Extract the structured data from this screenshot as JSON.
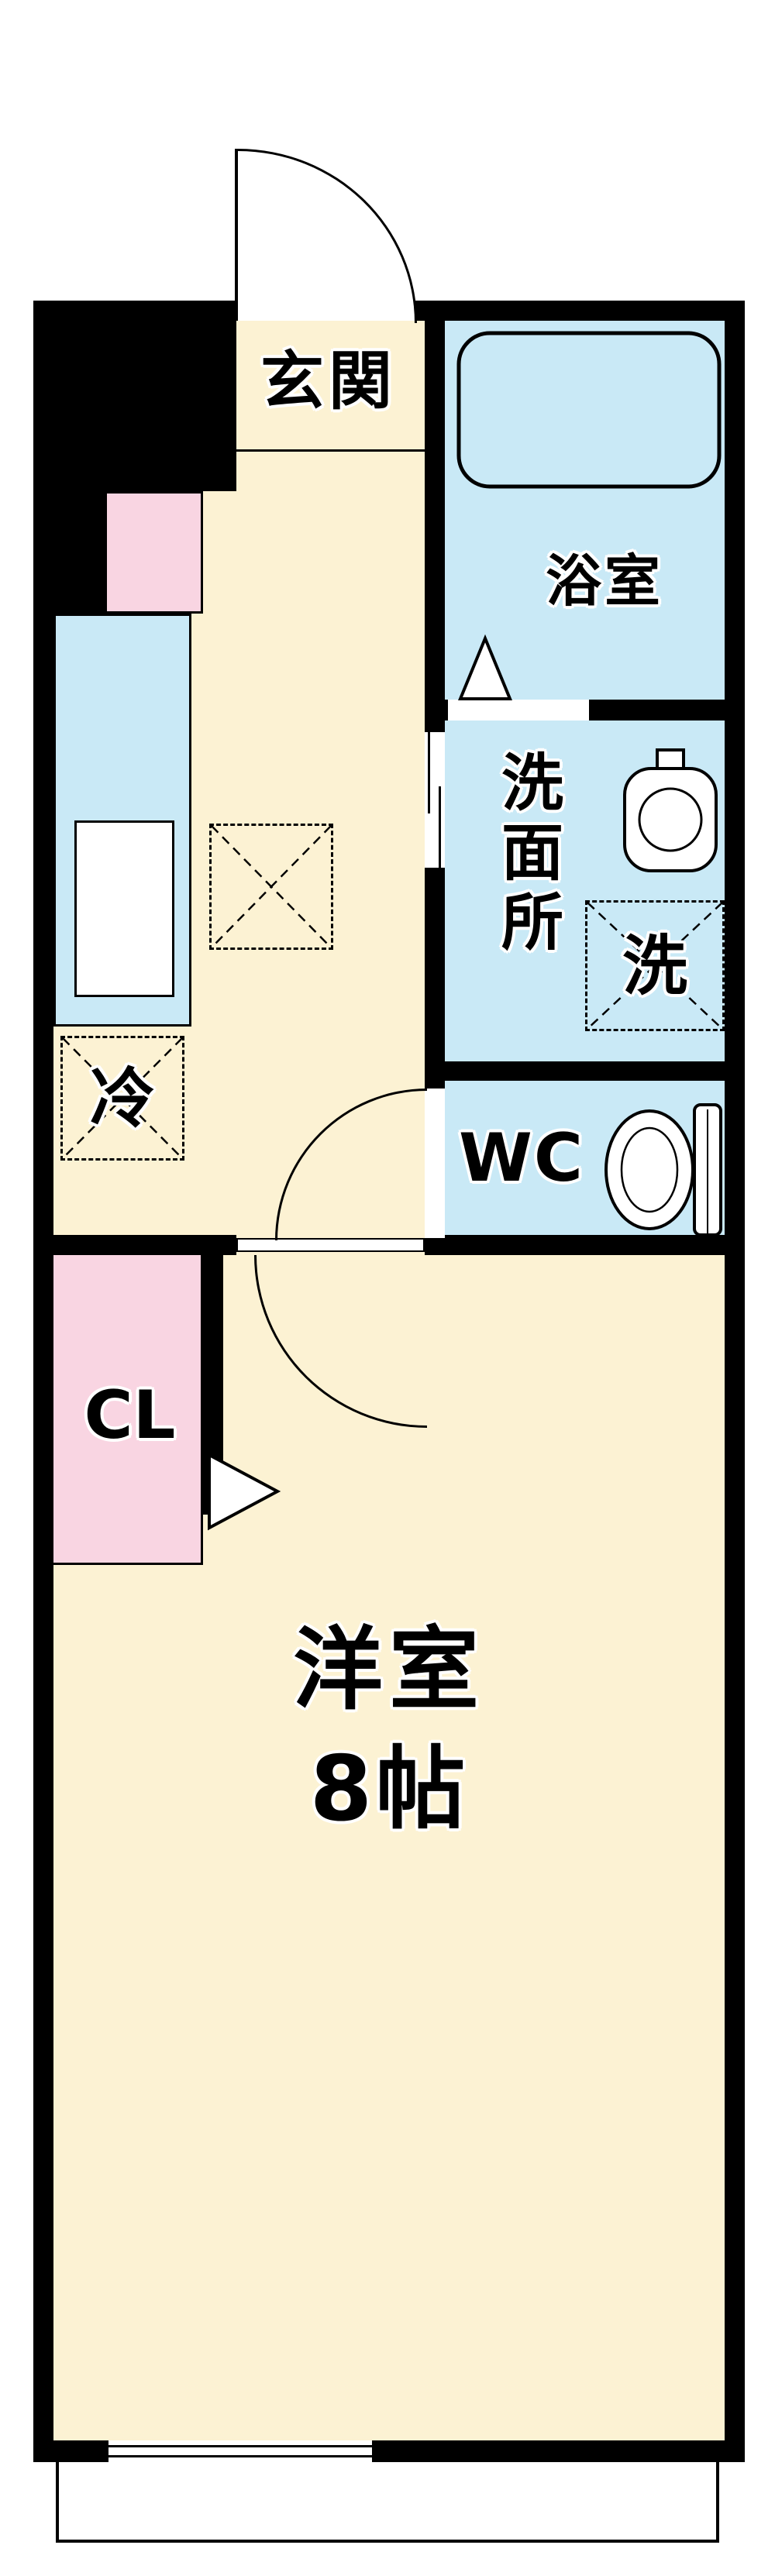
{
  "plan": {
    "type": "Japanese apartment floor plan (1K)",
    "colors": {
      "wall": "#000000",
      "floor": "#fcf2d3",
      "wet_area": "#c9e9f6",
      "closet": "#f9d5e2",
      "background": "#ffffff"
    },
    "labels": {
      "entrance": "玄関",
      "bathroom": "浴室",
      "washroom": "洗面所",
      "wc": "WC",
      "closet": "CL",
      "room_name": "洋室",
      "room_size": "8帖",
      "refrigerator": "冷",
      "washer": "洗"
    },
    "icons": {
      "bathtub": "rounded-rectangle bathtub outline",
      "sink": "wash basin with faucet",
      "toilet": "toilet bowl with tank",
      "door_swing": "quarter-circle arc",
      "folding_door": "triangle marker",
      "fixture_space": "dashed square with X"
    }
  }
}
